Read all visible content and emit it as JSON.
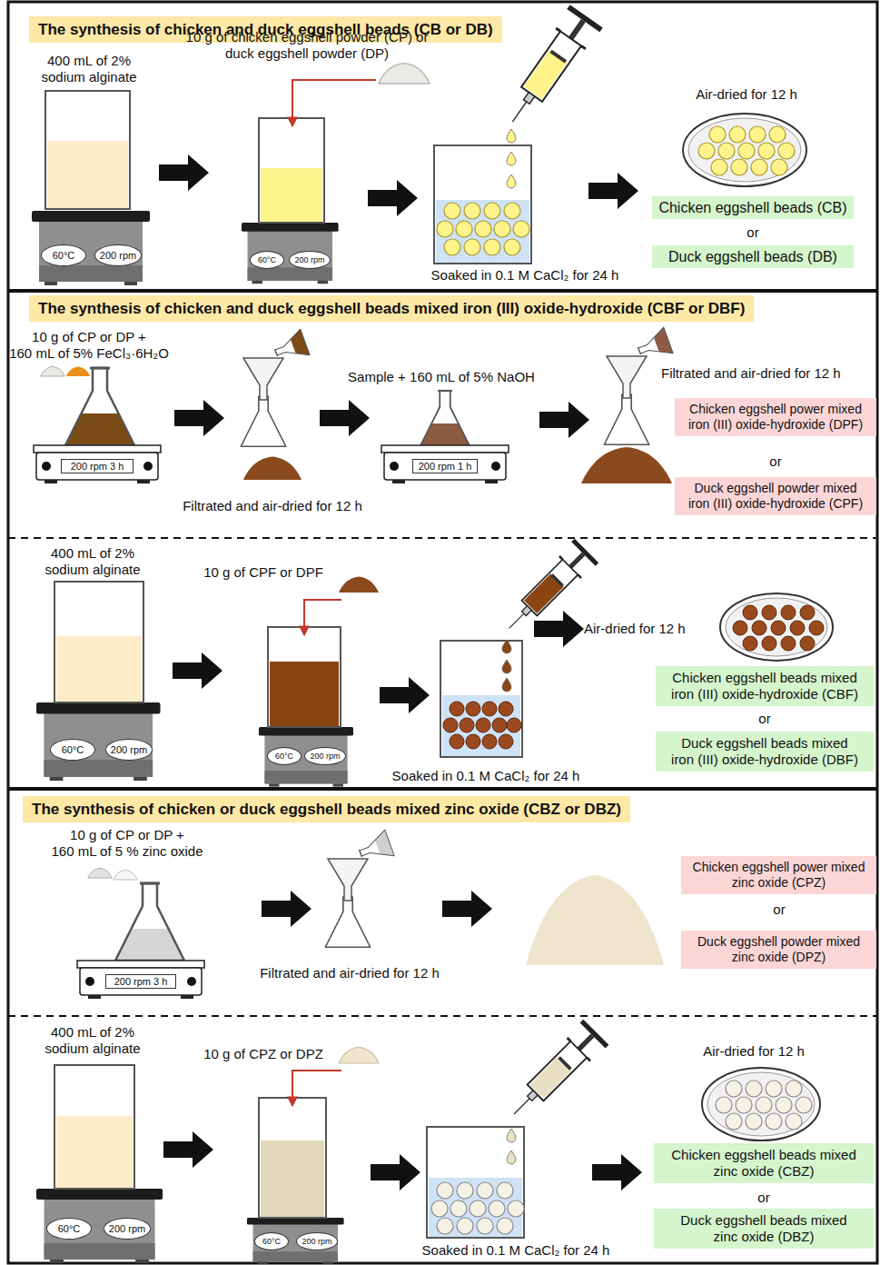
{
  "diagram": {
    "nodes": [
      {
        "text": [
          "The synthesis of chicken and duck eggshell beads (CB or DB)"
        ]
      },
      {
        "text": [
          "60°C"
        ]
      },
      {
        "text": [
          "200 rpm"
        ]
      },
      {
        "text": [
          "60°C"
        ]
      },
      {
        "text": [
          "200 rpm"
        ]
      },
      {
        "text": [
          "Chicken eggshell beads (CB)"
        ]
      },
      {
        "text": [
          "Duck eggshell beads (DB)"
        ]
      },
      {
        "text": [
          "The synthesis of chicken and duck eggshell beads mixed iron (III) oxide-hydroxide (CBF or DBF)"
        ]
      },
      {
        "text": [
          "200 rpm 3 h"
        ]
      },
      {
        "text": [
          "200 rpm 1 h"
        ]
      },
      {
        "text": [
          "Chicken eggshell power mixed iron (III) oxide-hydroxide (DPF)"
        ]
      },
      {
        "text": [
          "Duck eggshell powder mixed iron (III) oxide-hydroxide (CPF)"
        ]
      },
      {
        "text": [
          "60°C"
        ]
      },
      {
        "text": [
          "200 rpm"
        ]
      },
      {
        "text": [
          "60°C"
        ]
      },
      {
        "text": [
          "200 rpm"
        ]
      },
      {
        "text": [
          "Chicken eggshell beads mixed iron (III) oxide-hydroxide (CBF)"
        ]
      },
      {
        "text": [
          "Duck eggshell beads mixed iron (III) oxide-hydroxide (DBF)"
        ]
      },
      {
        "text": [
          "The synthesis of chicken or duck eggshell beads mixed zinc oxide (CBZ or DBZ)"
        ]
      },
      {
        "text": [
          "200 rpm 3 h"
        ]
      },
      {
        "text": [
          "Chicken eggshell power mixed zinc oxide (CPZ)"
        ]
      },
      {
        "text": [
          "Duck eggshell powder mixed zinc oxide (DPZ)"
        ]
      },
      {
        "text": [
          "60°C"
        ]
      },
      {
        "text": [
          "200 rpm"
        ]
      },
      {
        "text": [
          "60°C"
        ]
      },
      {
        "text": [
          "200 rpm"
        ]
      },
      {
        "text": [
          "Chicken eggshell beads mixed zinc oxide (CBZ)"
        ]
      },
      {
        "text": [
          "Duck eggshell beads mixed zinc oxide (DBZ)"
        ]
      }
    ],
    "labels": [
      "400 mL of 2% sodium alginate",
      "10 g of chicken eggshell powder (CP) or duck eggshell powder (DP)",
      "Soaked in 0.1 M CaCl₂ for 24 h",
      "Air-dried for 12 h",
      "or",
      "10 g of CP or DP + 160 mL of 5% FeCl₃·6H₂O",
      "Filtrated and air-dried for 12 h",
      "Sample + 160 mL of 5% NaOH",
      "Filtrated and air-dried for 12 h",
      "or",
      "400 mL of 2% sodium alginate",
      "10 g of CPF or DPF",
      "Air-dried for 12 h",
      "Soaked in 0.1 M CaCl₂ for 24 h",
      "or",
      "10 g of CP or DP + 160 mL of 5 % zinc oxide",
      "Filtrated and air-dried for 12 h",
      "or",
      "400 mL of 2% sodium alginate",
      "10 g of CPZ or DPZ",
      "Air-dried for 12 h",
      "Soaked in 0.1 M CaCl₂ for 24 h",
      "or"
    ]
  }
}
